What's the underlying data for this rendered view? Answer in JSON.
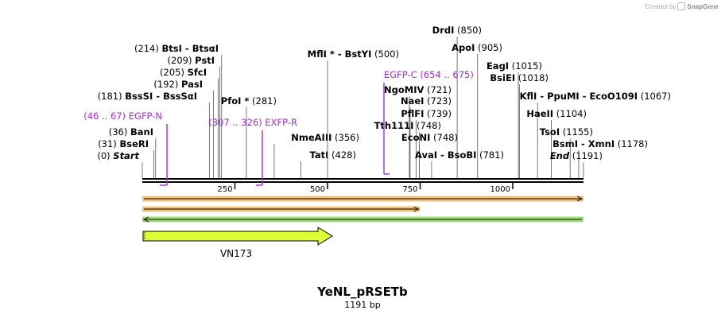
{
  "credit": {
    "prefix": "Created by",
    "brand": "SnapGene"
  },
  "sequence": {
    "name": "YeNL_pRSETb",
    "length_label": "1191 bp",
    "length": 1191
  },
  "axis": {
    "ticks": [
      250,
      500,
      750,
      1000
    ]
  },
  "colors": {
    "enzyme_text": "#000000",
    "feature_label": "#9b30d9",
    "backbone": "#000000",
    "orf_fill": "#f2c27a",
    "orf_stroke": "#3a2a10",
    "orf_green": "#9ae07a",
    "vn173_fill": "#ddff33",
    "vn173_stroke": "#000000"
  },
  "sites": [
    {
      "pos": "(214)",
      "name": "BtsI - BtsαI",
      "coord": 214
    },
    {
      "pos": "(209)",
      "name": "PstI",
      "coord": 209
    },
    {
      "pos": "(205)",
      "name": "SfcI",
      "coord": 205
    },
    {
      "pos": "(192)",
      "name": "PasI",
      "coord": 192
    },
    {
      "pos": "(181)",
      "name": "BssSI - BssSαI",
      "coord": 181
    },
    {
      "pos": "(36)",
      "name": "BanI",
      "coord": 36
    },
    {
      "pos": "(31)",
      "name": "BseRI",
      "coord": 31
    },
    {
      "pos": "(0)",
      "name": "Start",
      "coord": 0,
      "italic": true
    },
    {
      "pos": "(281)",
      "name": "PfoI *",
      "coord": 281
    },
    {
      "pos": "(356)",
      "name": "NmeAIII",
      "coord": 356
    },
    {
      "pos": "(428)",
      "name": "TatI",
      "coord": 428
    },
    {
      "pos": "(500)",
      "name": "MflI * - BstYI",
      "coord": 500
    },
    {
      "pos": "(850)",
      "name": "DrdI",
      "coord": 850
    },
    {
      "pos": "(905)",
      "name": "ApoI",
      "coord": 905
    },
    {
      "pos": "(721)",
      "name": "NgoMIV",
      "coord": 721
    },
    {
      "pos": "(723)",
      "name": "NaeI",
      "coord": 723
    },
    {
      "pos": "(739)",
      "name": "PflFI",
      "coord": 739
    },
    {
      "pos": "(748)",
      "name": "Tth111I",
      "coord": 748
    },
    {
      "pos": "(748)",
      "name": "EcoNI",
      "coord": 748
    },
    {
      "pos": "(781)",
      "name": "AvaI - BsoBI",
      "coord": 781
    },
    {
      "pos": "(1015)",
      "name": "EagI",
      "coord": 1015
    },
    {
      "pos": "(1018)",
      "name": "BsiEI",
      "coord": 1018
    },
    {
      "pos": "(1067)",
      "name": "KflI - PpuMI - EcoO109I",
      "coord": 1067
    },
    {
      "pos": "(1104)",
      "name": "HaeII",
      "coord": 1104
    },
    {
      "pos": "(1155)",
      "name": "TsoI",
      "coord": 1155
    },
    {
      "pos": "(1178)",
      "name": "BsmI - XmnI",
      "coord": 1178
    },
    {
      "pos": "(1191)",
      "name": "End",
      "coord": 1191,
      "italic": true
    }
  ],
  "primers": [
    {
      "name": "EGFP-N",
      "range": "(46 .. 67)",
      "start": 46,
      "end": 67
    },
    {
      "name": "EXFP-R",
      "range": "(307 .. 326)",
      "start": 307,
      "end": 326
    },
    {
      "name": "EGFP-C",
      "range": "(654 .. 675)",
      "start": 654,
      "end": 675
    }
  ],
  "orfs": [
    {
      "start": 1,
      "end": 1191,
      "direction": "forward",
      "color": "orange"
    },
    {
      "start": 1,
      "end": 750,
      "direction": "forward",
      "color": "orange"
    },
    {
      "start": 1,
      "end": 1191,
      "direction": "reverse",
      "color": "green"
    }
  ],
  "features": [
    {
      "name": "VN173",
      "start": 1,
      "end": 520,
      "direction": "forward"
    }
  ]
}
